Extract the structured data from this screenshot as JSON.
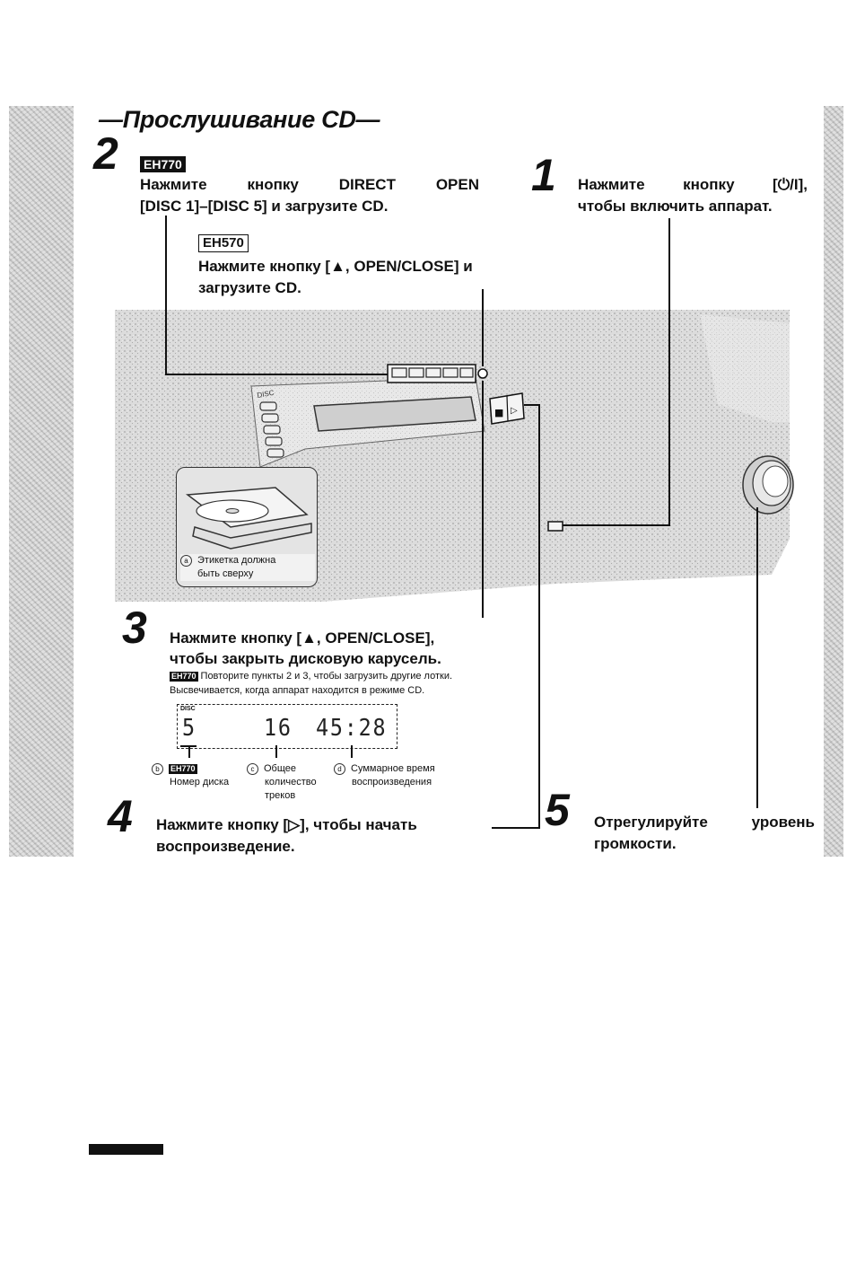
{
  "title": "—Прослушивание CD—",
  "step1": {
    "number": "1",
    "line1": "Нажмите кнопку [⏻/I],",
    "line2": "чтобы включить аппарат."
  },
  "step2": {
    "number": "2",
    "eh770_badge": "EH770",
    "eh770_line1": "Нажмите кнопку DIRECT OPEN",
    "eh770_line2": "[DISC 1]–[DISC 5] и загрузите CD.",
    "eh570_badge": "EH570",
    "eh570_line1": "Нажмите кнопку [▲, OPEN/CLOSE] и",
    "eh570_line2": "загрузите CD."
  },
  "inset": {
    "marker": "a",
    "label_line1": "Этикетка должна",
    "label_line2": "быть сверху"
  },
  "device": {
    "disc_label": "DISC",
    "stop_symbol": "■",
    "play_symbol": "▷"
  },
  "step3": {
    "number": "3",
    "line1": "Нажмите кнопку [▲, OPEN/CLOSE],",
    "line2": "чтобы закрыть дисковую карусель.",
    "note_badge": "EH770",
    "note_line1": "Повторите пункты 2 и 3, чтобы загрузить другие лотки.",
    "note_line2": "Высвечивается, когда аппарат находится в режиме CD."
  },
  "display": {
    "tag": "DISC",
    "disc": "5",
    "tracks": "16",
    "time": "45:28"
  },
  "callouts": {
    "b_marker": "b",
    "b_badge": "EH770",
    "b_text": "Номер диска",
    "c_marker": "c",
    "c_line1": "Общее",
    "c_line2": "количество",
    "c_line3": "треков",
    "d_marker": "d",
    "d_line1": "Суммарное время",
    "d_line2": "воспроизведения"
  },
  "step4": {
    "number": "4",
    "line1": "Нажмите кнопку [▷], чтобы начать",
    "line2": "воспроизведение."
  },
  "step5": {
    "number": "5",
    "line1": "Отрегулируйте уровень",
    "line2": "громкости."
  }
}
